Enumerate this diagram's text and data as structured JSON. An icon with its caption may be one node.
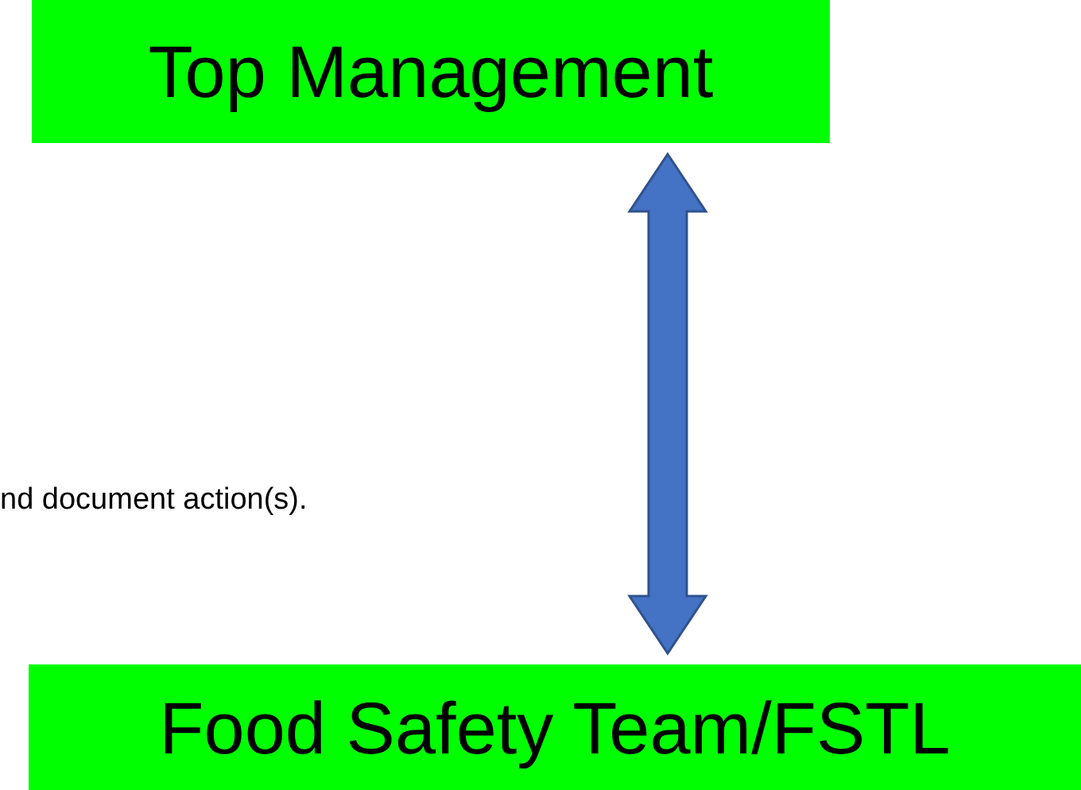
{
  "diagram": {
    "nodes": [
      {
        "text": [
          "Top Management"
        ]
      },
      {
        "text": [
          "Food Safety Team/FSTL"
        ]
      }
    ],
    "edges": [
      {
        "from": 0,
        "to": 1,
        "arrow": "both",
        "color": "#4472c4"
      }
    ],
    "labels": [
      "nd document action(s)."
    ]
  }
}
